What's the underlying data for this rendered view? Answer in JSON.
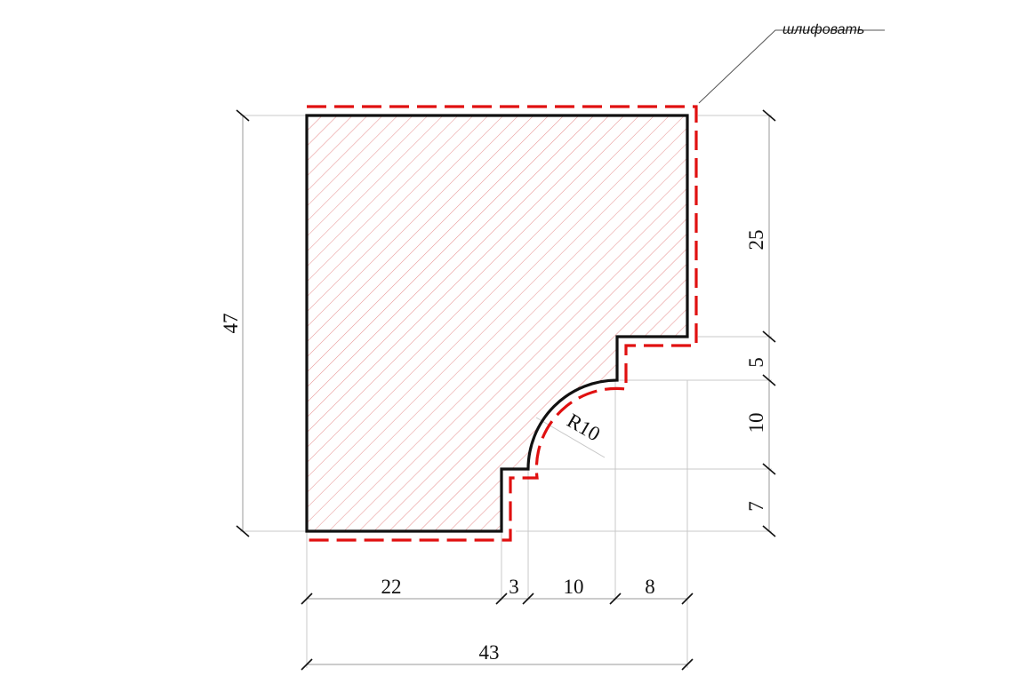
{
  "annotation": {
    "note": "шлифовать"
  },
  "profile": {
    "radius_label": "R10",
    "overall_height": "47",
    "overall_width": "43"
  },
  "dimensions": {
    "right": {
      "d25": "25",
      "d5": "5",
      "d10": "10",
      "d7": "7"
    },
    "bottom": {
      "d22": "22",
      "d3": "3",
      "d10": "10",
      "d8": "8"
    }
  },
  "colors": {
    "outline": "#111111",
    "offset_line": "#e01010",
    "hatch": "#e07070"
  }
}
